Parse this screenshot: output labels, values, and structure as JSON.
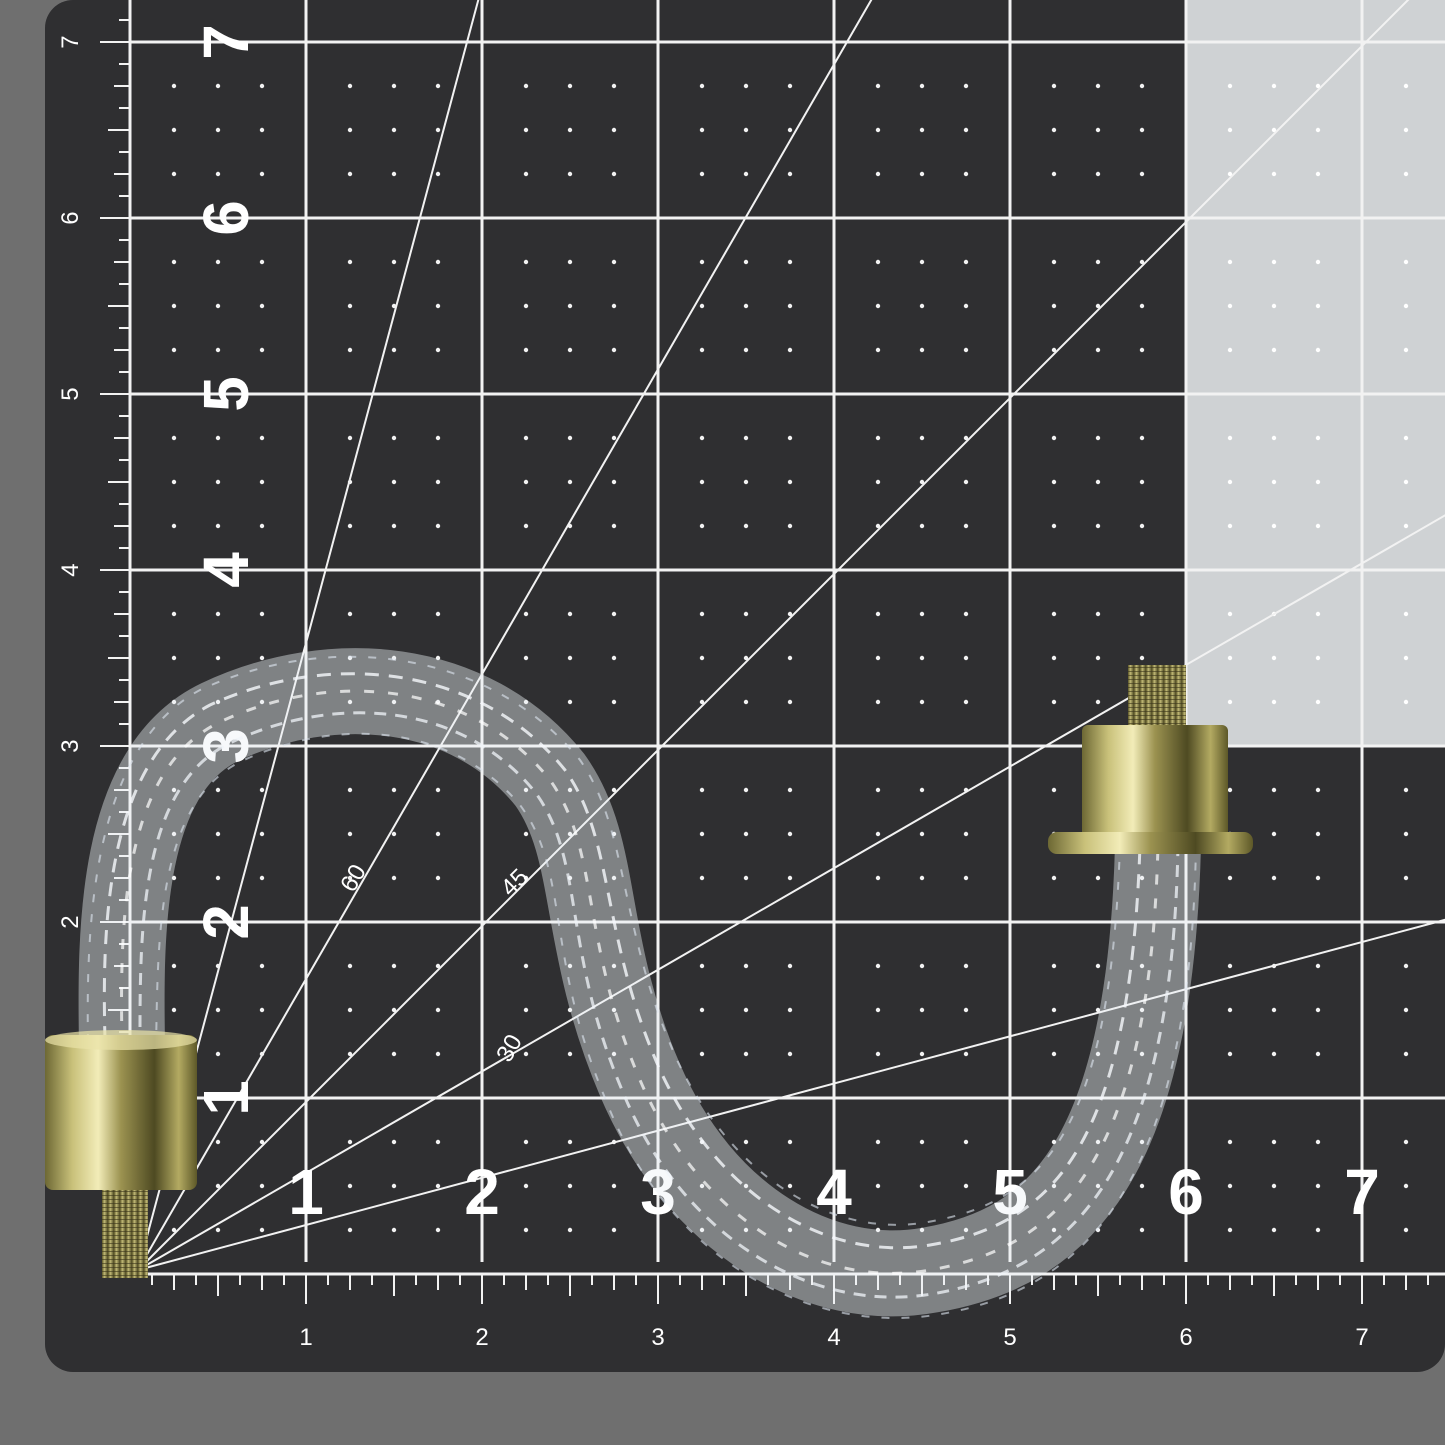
{
  "photo": {
    "subject": "twisted-glass-s-arm-on-cutting-mat"
  },
  "mat": {
    "color": "#2f2f31",
    "grid_color": "#f2f2f2",
    "light_patch_color": "#cfd2d4",
    "background_color": "#6f6f6f",
    "major_x_labels": [
      "1",
      "2",
      "3",
      "4",
      "5",
      "6",
      "7"
    ],
    "major_y_labels": [
      "1",
      "2",
      "3",
      "4",
      "5",
      "6",
      "7"
    ],
    "small_x_labels": [
      "1",
      "2",
      "3",
      "4",
      "5",
      "6",
      "7"
    ],
    "small_y_labels": [
      "2",
      "3",
      "4",
      "5",
      "6",
      "7"
    ],
    "angle_labels": [
      "60",
      "45",
      "30"
    ]
  },
  "part": {
    "glass_color": "#e6edf4",
    "brass_color": "#b8ad5e"
  }
}
